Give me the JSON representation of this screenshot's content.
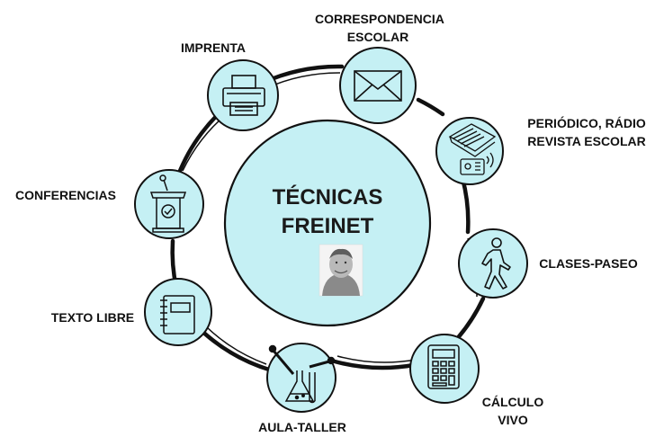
{
  "center": {
    "title_line1": "TÉCNICAS",
    "title_line2": "FREINET",
    "portrait_icon": "portrait-photo"
  },
  "nodes": [
    {
      "id": "correspondencia",
      "line1": "CORRESPONDENCIA",
      "line2": "ESCOLAR",
      "icon": "envelope-icon"
    },
    {
      "id": "periodico",
      "line1": "PERIÓDICO, RÁDIO",
      "line2": "REVISTA ESCOLAR",
      "icon": "newspaper-radio-icon"
    },
    {
      "id": "clases-paseo",
      "line1": "CLASES-PASEO",
      "icon": "walking-person-icon"
    },
    {
      "id": "calculo-vivo",
      "line1": "CÁLCULO",
      "line2": "VIVO",
      "icon": "calculator-icon"
    },
    {
      "id": "aula-taller",
      "line1": "AULA-TALLER",
      "icon": "lab-flask-icon"
    },
    {
      "id": "texto-libre",
      "line1": "TEXTO LIBRE",
      "icon": "notebook-icon"
    },
    {
      "id": "conferencias",
      "line1": "CONFERENCIAS",
      "icon": "podium-icon"
    },
    {
      "id": "imprenta",
      "line1": "IMPRENTA",
      "icon": "printer-icon"
    }
  ],
  "colors": {
    "circle_fill": "#c5f0f4",
    "stroke": "#111111",
    "text": "#111111"
  }
}
